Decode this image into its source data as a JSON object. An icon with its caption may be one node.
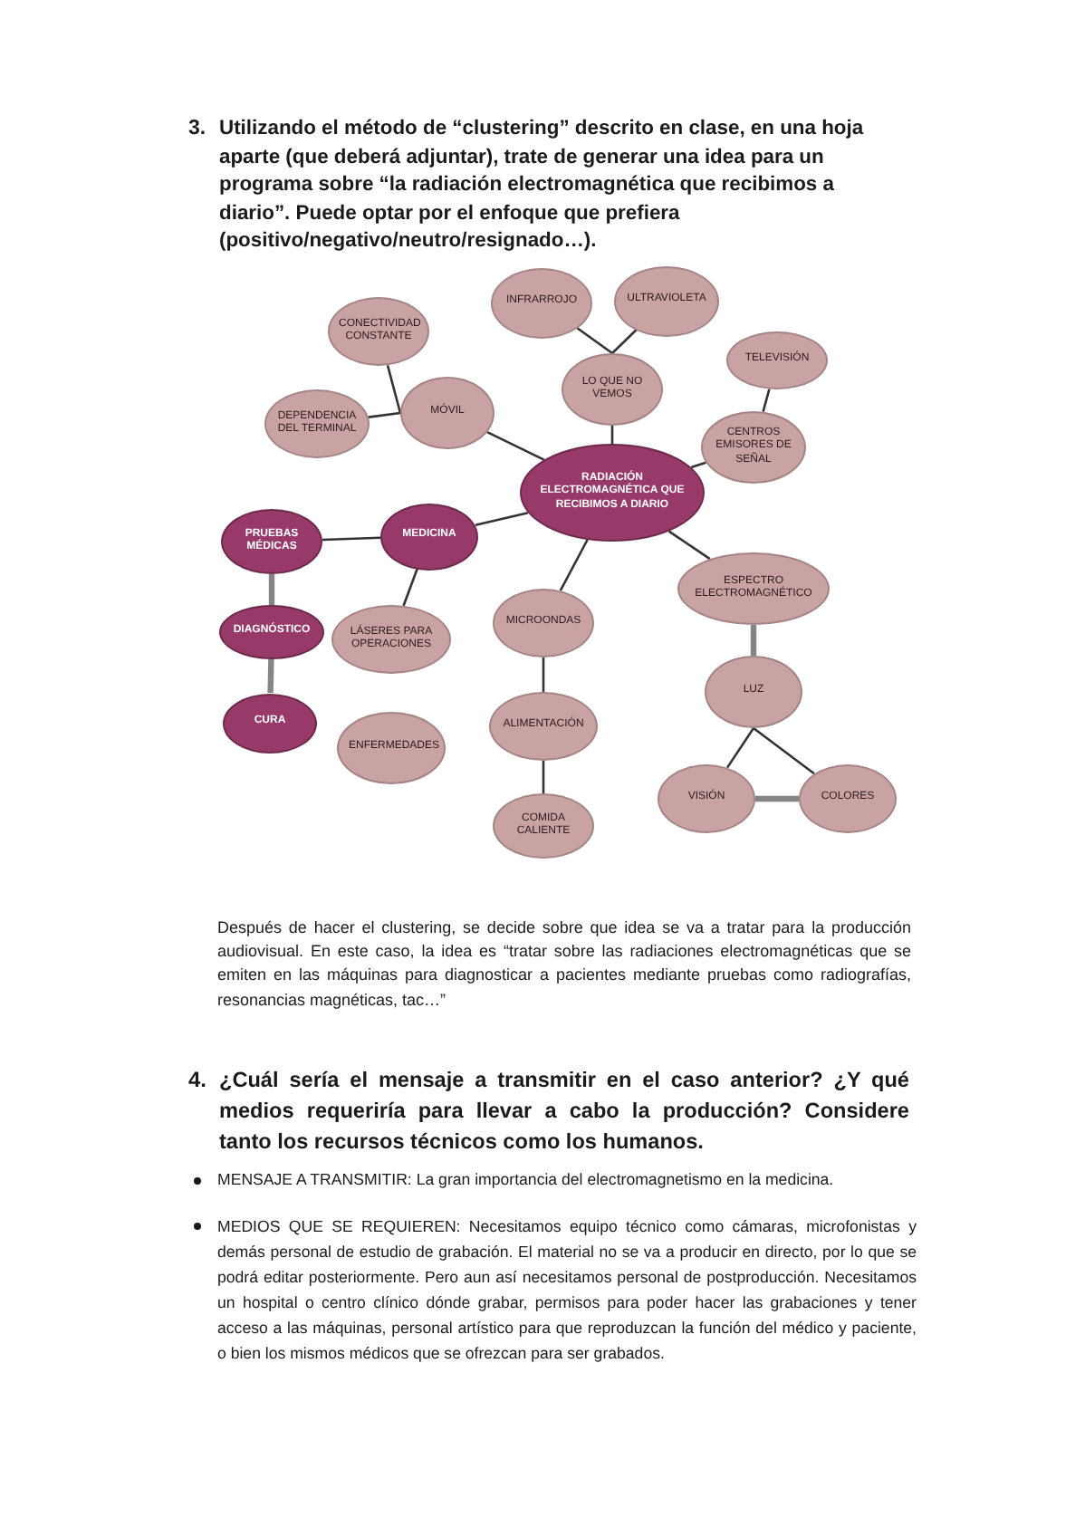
{
  "diagram": {
    "nodes": [
      {
        "text": [
          "INFRARROJO"
        ]
      },
      {
        "text": [
          "ULTRAVIOLETA"
        ]
      },
      {
        "text": [
          "CONECTIVIDAD CONSTANTE"
        ]
      },
      {
        "text": [
          "TELEVISIÓN"
        ]
      },
      {
        "text": [
          "LO QUE NO VEMOS"
        ]
      },
      {
        "text": [
          "MÓVIL"
        ]
      },
      {
        "text": [
          "DEPENDENCIA DEL TERMINAL"
        ]
      },
      {
        "text": [
          "CENTROS EMISORES DE SEÑAL"
        ]
      },
      {
        "text": [
          "RADIACIÓN ELECTROMAGNÉTICA QUE RECIBIMOS A DIARIO"
        ]
      },
      {
        "text": [
          "PRUEBAS MÉDICAS"
        ]
      },
      {
        "text": [
          "MEDICINA"
        ]
      },
      {
        "text": [
          "ESPECTRO ELECTROMAGNÉTICO"
        ]
      },
      {
        "text": [
          "MICROONDAS"
        ]
      },
      {
        "text": [
          "DIAGNÓSTICO"
        ]
      },
      {
        "text": [
          "LÁSERES PARA OPERACIONES"
        ]
      },
      {
        "text": [
          "LUZ"
        ]
      },
      {
        "text": [
          "CURA"
        ]
      },
      {
        "text": [
          "ALIMENTACIÓN"
        ]
      },
      {
        "text": [
          "ENFERMEDADES"
        ]
      },
      {
        "text": [
          "VISIÓN"
        ]
      },
      {
        "text": [
          "COLORES"
        ]
      },
      {
        "text": [
          "COMIDA CALIENTE"
        ]
      }
    ],
    "edges": [
      {
        "from": 5,
        "to": 2,
        "arrow": "none"
      },
      {
        "from": 5,
        "to": 6,
        "arrow": "none"
      },
      {
        "from": 8,
        "to": 5,
        "arrow": "none"
      },
      {
        "from": 4,
        "to": 0,
        "arrow": "none"
      },
      {
        "from": 4,
        "to": 1,
        "arrow": "none"
      },
      {
        "from": 8,
        "to": 4,
        "arrow": "none"
      },
      {
        "from": 7,
        "to": 3,
        "arrow": "none"
      },
      {
        "from": 8,
        "to": 7,
        "arrow": "none"
      },
      {
        "from": 8,
        "to": 10,
        "arrow": "none"
      },
      {
        "from": 10,
        "to": 9,
        "arrow": "none"
      },
      {
        "from": 10,
        "to": 14,
        "arrow": "none"
      },
      {
        "from": 9,
        "to": 13,
        "arrow": "none",
        "style": "thick",
        "color": "#858585"
      },
      {
        "from": 13,
        "to": 16,
        "arrow": "none",
        "style": "thick",
        "color": "#858585"
      },
      {
        "from": 8,
        "to": 12,
        "arrow": "none"
      },
      {
        "from": 12,
        "to": 17,
        "arrow": "none"
      },
      {
        "from": 17,
        "to": 21,
        "arrow": "none"
      },
      {
        "from": 8,
        "to": 11,
        "arrow": "none"
      },
      {
        "from": 11,
        "to": 15,
        "arrow": "none",
        "style": "thick",
        "color": "#858585"
      },
      {
        "from": 15,
        "to": 19,
        "arrow": "none"
      },
      {
        "from": 15,
        "to": 20,
        "arrow": "none"
      },
      {
        "from": 19,
        "to": 20,
        "arrow": "none",
        "style": "thick",
        "color": "#858585"
      }
    ],
    "labels": [
      "3.",
      "Utilizando el método de “clustering” descrito en clase, en una hoja aparte (que deberá adjuntar), trate de generar una idea para un programa sobre “la radiación electromagnética que recibimos a diario”. Puede optar por el enfoque que prefiera (positivo/negativo/neutro/resignado…).",
      "Después de hacer el clustering, se decide sobre que idea se va a tratar para la producción audiovisual. En este caso, la idea es “tratar sobre las radiaciones electromagnéticas que se emiten en las máquinas para diagnosticar a pacientes mediante pruebas como radiografías, resonancias magnéticas, tac…”",
      "4.",
      "¿Cuál sería el mensaje a transmitir en el caso anterior? ¿Y qué medios requeriría para llevar a cabo la producción? Considere tanto los recursos técnicos como los humanos.",
      "MENSAJE A TRANSMITIR: La gran importancia del electromagnetismo en la medicina.",
      "MEDIOS QUE SE REQUIEREN: Necesitamos equipo técnico como cámaras, microfonistas y demás personal de estudio de grabación. El material no se va a producir en directo, por lo que se podrá editar posteriormente. Pero aun así necesitamos personal de postproducción. Necesitamos un hospital o centro clínico dónde grabar, permisos para poder hacer las grabaciones y tener acceso a las máquinas, personal artístico para que reproduzcan la función del médico y paciente, o bien los mismos médicos que se ofrezcan para ser grabados."
    ]
  }
}
